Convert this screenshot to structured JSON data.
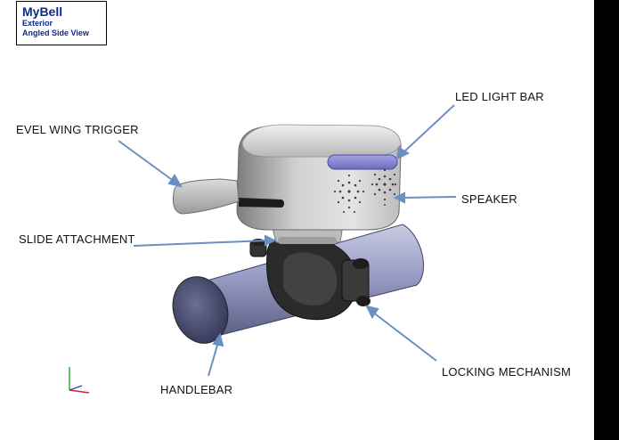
{
  "title": {
    "main": "MyBell",
    "line1": "Exterior",
    "line2": "Angled Side View"
  },
  "labels": {
    "led_light_bar": "LED LIGHT BAR",
    "wing_trigger": "EVEL WING TRIGGER",
    "speaker": "SPEAKER",
    "slide_attachment": "SLIDE ATTACHMENT",
    "locking_mechanism": "LOCKING MECHANISM",
    "handlebar": "HANDLEBAR"
  },
  "colors": {
    "arrow": "#6a8fc0",
    "led": "#8a8ad8",
    "body": "#d4d4d4",
    "handlebar": "#8e92b8",
    "clamp": "#2a2a2a"
  }
}
